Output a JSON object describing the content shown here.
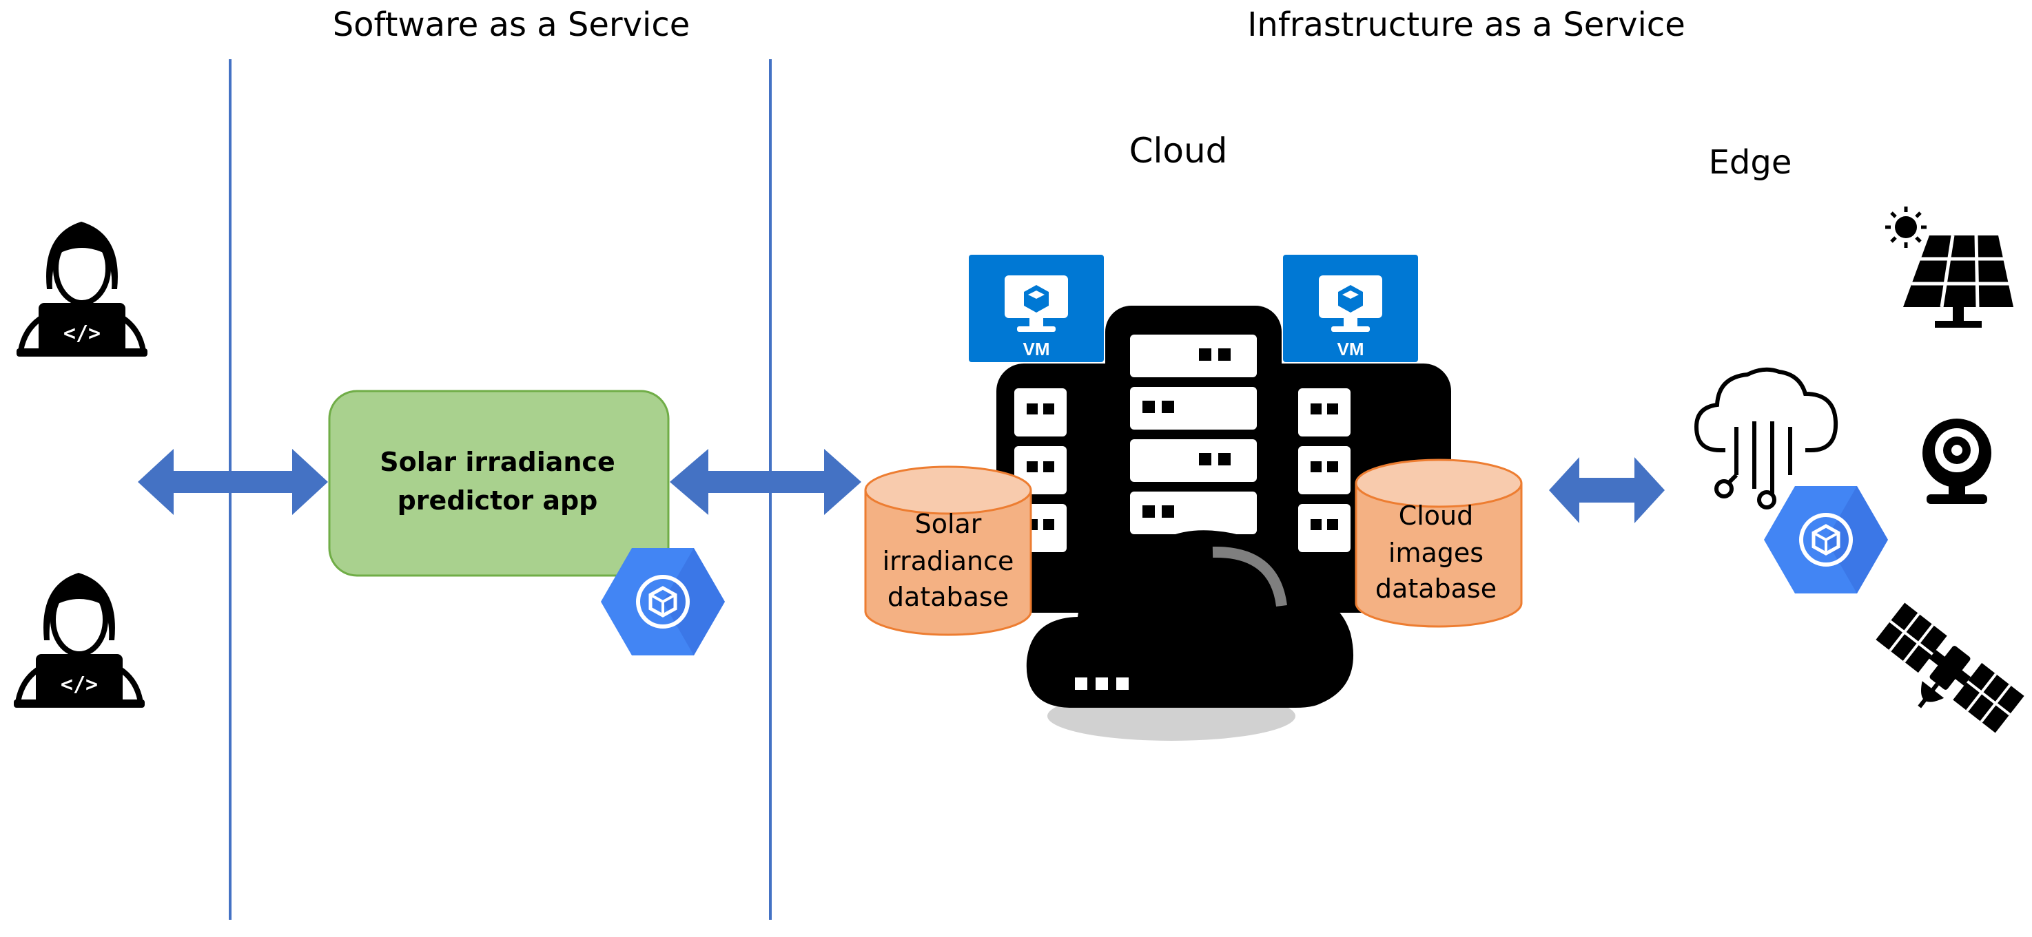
{
  "headers": {
    "saas": "Software as a Service",
    "iaas": "Infrastructure as a Service",
    "cloud": "Cloud",
    "edge": "Edge"
  },
  "app": {
    "line1": "Solar irradiance",
    "line2": "predictor app"
  },
  "databases": {
    "solar": [
      "Solar",
      "irradiance",
      "database"
    ],
    "cloud_images": [
      "Cloud",
      "images",
      "database"
    ]
  },
  "vm_label": "VM",
  "colors": {
    "divider": "#4472c4",
    "arrow": "#4472c4",
    "app_box": "#a9d18e",
    "database": "#f4b183",
    "azure_blue": "#0078d4",
    "gcp_blue": "#4285f4",
    "icon_black": "#000000"
  },
  "icons": {
    "users": "developer-laptop-icon",
    "app_badge": "kubernetes-engine-icon",
    "vm": "virtual-machine-icon",
    "server": "server-rack-icon",
    "cloud": "cloud-icon",
    "edge_cloud": "cloud-circuit-icon",
    "solar": "solar-panel-icon",
    "camera": "webcam-icon",
    "satellite": "satellite-icon"
  }
}
